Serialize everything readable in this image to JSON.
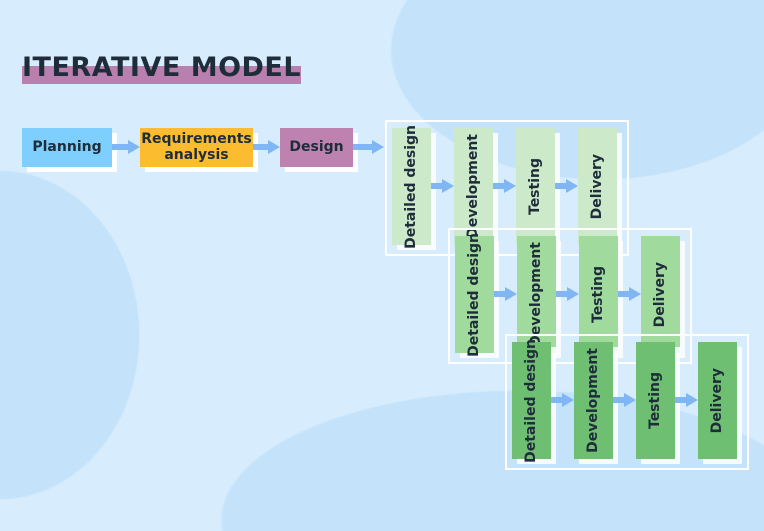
{
  "title": "ITERATIVE MODEL",
  "phases": [
    {
      "label": "Planning",
      "color": "#7ecffd"
    },
    {
      "label": "Requirements analysis",
      "color": "#fbbd2f"
    },
    {
      "label": "Design",
      "color": "#bd82b0"
    }
  ],
  "iterations": [
    {
      "color": "#cce9ca",
      "steps": [
        "Detailed design",
        "Development",
        "Testing",
        "Delivery"
      ]
    },
    {
      "color": "#a0da9c",
      "steps": [
        "Detailed design",
        "Development",
        "Testing",
        "Delivery"
      ]
    },
    {
      "color": "#6fbf72",
      "steps": [
        "Detailed design",
        "Development",
        "Testing",
        "Delivery"
      ]
    }
  ],
  "colors": {
    "arrow": "#80b6f3",
    "title_highlight": "#b97fae",
    "background": "#d7ecfc"
  }
}
